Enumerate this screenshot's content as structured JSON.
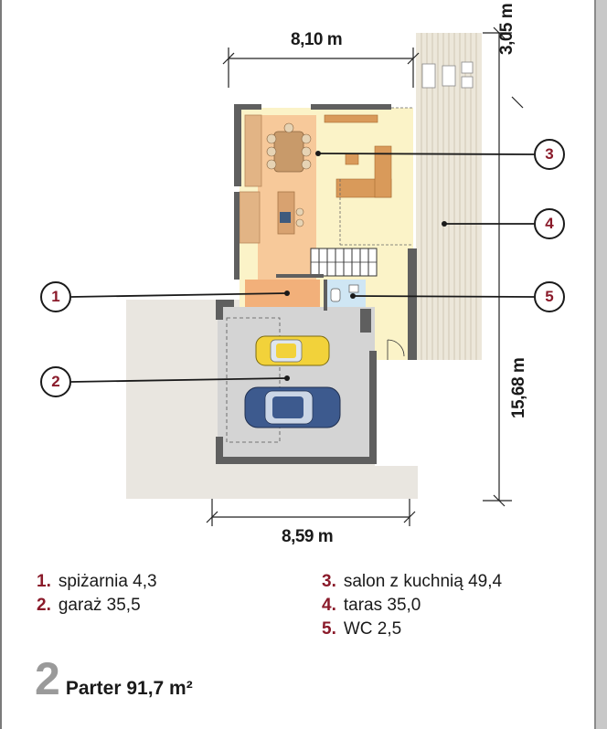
{
  "dimensions": {
    "top_width": "8,10 m",
    "bottom_width": "8,59 m",
    "right_upper": "3,05 m",
    "right_lower": "15,68 m"
  },
  "callouts": [
    "1",
    "2",
    "3",
    "4",
    "5"
  ],
  "legend": {
    "left": [
      {
        "num": "1.",
        "text": "spiżarnia 4,3"
      },
      {
        "num": "2.",
        "text": "garaż 35,5"
      }
    ],
    "right": [
      {
        "num": "3.",
        "text": "salon z kuchnią 49,4"
      },
      {
        "num": "4.",
        "text": "taras 35,0"
      },
      {
        "num": "5.",
        "text": "WC 2,5"
      }
    ]
  },
  "floor": {
    "number": "2",
    "name": "Parter 91,7 m²"
  },
  "colors": {
    "callout_number": "#8a1a2a",
    "living_room": "#fbf3c8",
    "kitchen": "#f7c99a",
    "garage": "#d4d4d4",
    "terrace": "#e8e3d6",
    "wc": "#cfe6f4",
    "wall": "#5f5f5f",
    "car_yellow": "#f2d23a",
    "car_blue": "#3d5a8e"
  }
}
